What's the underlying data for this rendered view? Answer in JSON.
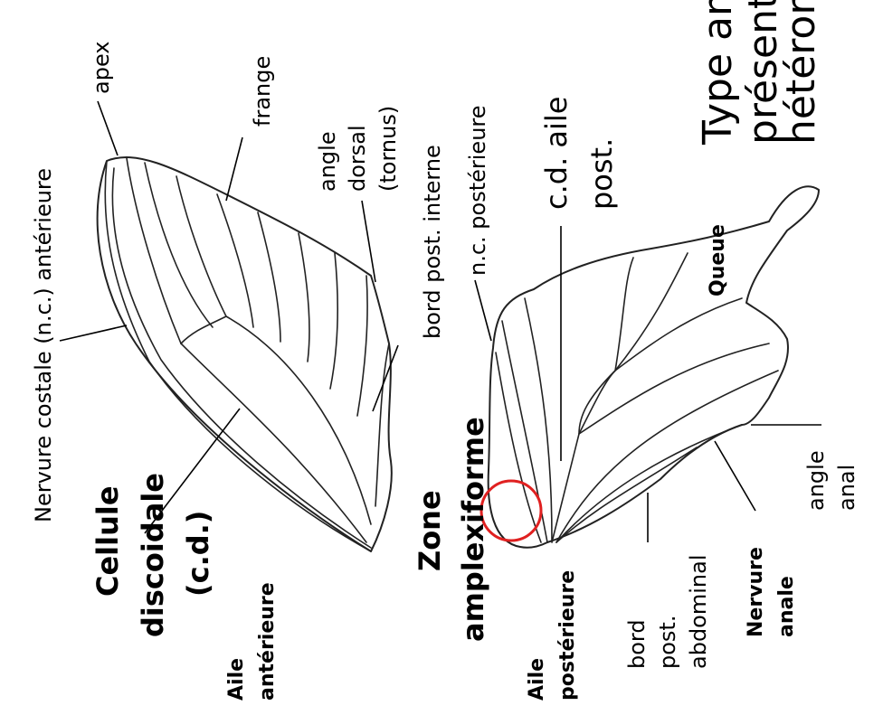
{
  "title_lines": [
    "Type am",
    "présent",
    "hétéror"
  ],
  "labels": {
    "apex": "apex",
    "frange": "frange",
    "angle_dorsal": "angle",
    "angle_dorsal_2": "dorsal",
    "tornus": "(tornus)",
    "bord_post_interne": "bord post. interne",
    "nc_posterieure": "n.c. postérieure",
    "cd_aile_1": "c.d. aile",
    "cd_aile_2": "post.",
    "nervure_costale": "Nervure costale (n.c.) antérieure",
    "cellule": "Cellule",
    "discoidale": "discoidale",
    "cd": "(c.d.)",
    "aile_ant_1": "Aile",
    "aile_ant_2": "antérieure",
    "zone": "Zone",
    "amplexiforme": "amplexiforme",
    "aile_post_1": "Aile",
    "aile_post_2": "postérieure",
    "bord_abd_1": "bord",
    "bord_abd_2": "post.",
    "bord_abd_3": "abdominal",
    "nervure_anale_1": "Nervure",
    "nervure_anale_2": "anale",
    "angle_anal_1": "angle",
    "angle_anal_2": "anal",
    "queue": "Queue"
  },
  "colors": {
    "ink": "#000000",
    "highlight_circle": "#e02020"
  }
}
